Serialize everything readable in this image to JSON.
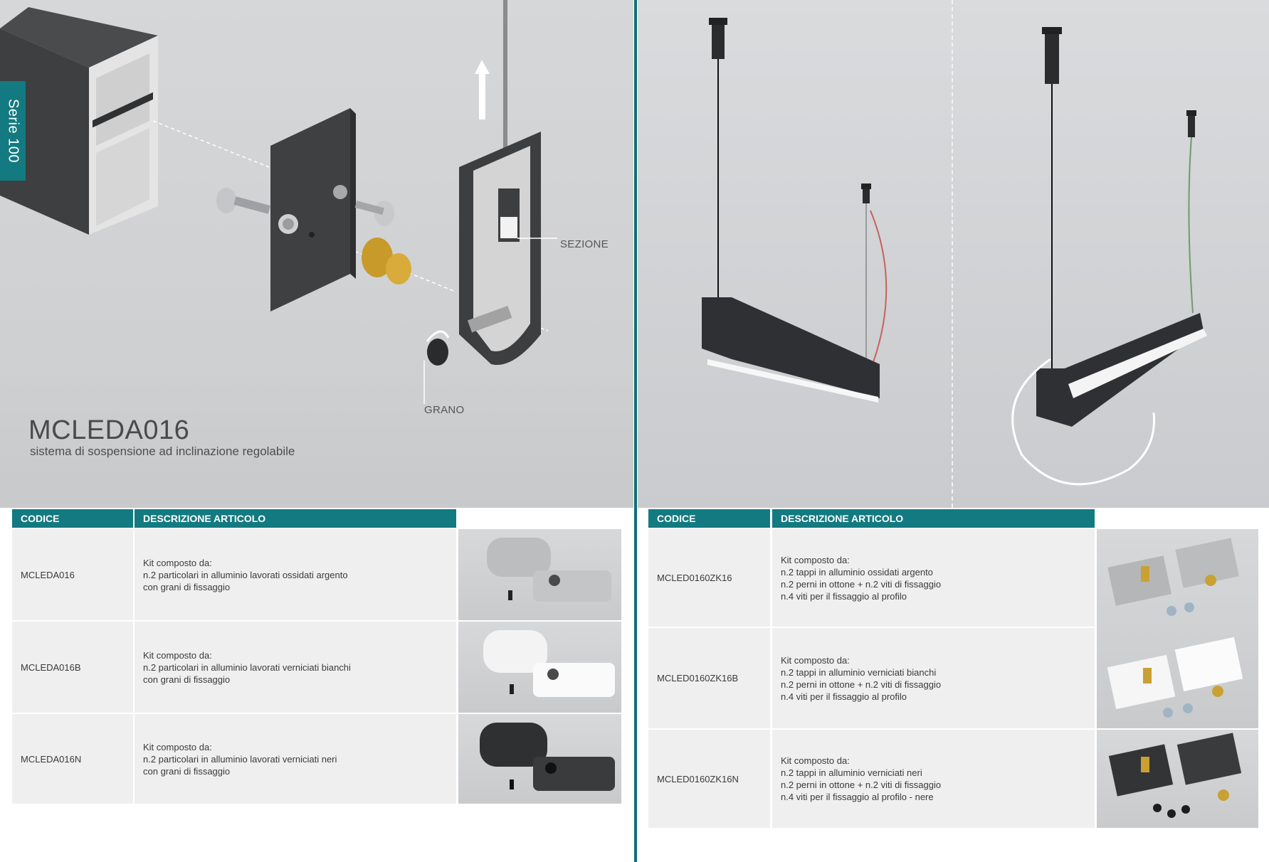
{
  "series_tab": "Serie 100",
  "product": {
    "code": "MCLEDA016",
    "subtitle": "sistema di sospensione ad inclinazione regolabile"
  },
  "callouts": {
    "sezione": "SEZIONE",
    "grano": "GRANO"
  },
  "left_table": {
    "headers": [
      "CODICE",
      "DESCRIZIONE ARTICOLO"
    ],
    "rows": [
      {
        "code": "MCLEDA016",
        "desc": [
          "Kit composto da:",
          "n.2 particolari in alluminio lavorati ossidati argento",
          "con grani di fissaggio"
        ],
        "finish": "silver"
      },
      {
        "code": "MCLEDA016B",
        "desc": [
          "Kit composto da:",
          "n.2 particolari in alluminio lavorati verniciati bianchi",
          "con grani di fissaggio"
        ],
        "finish": "white"
      },
      {
        "code": "MCLEDA016N",
        "desc": [
          "Kit composto da:",
          "n.2 particolari in alluminio lavorati verniciati neri",
          "con grani di fissaggio"
        ],
        "finish": "black"
      }
    ]
  },
  "right_table": {
    "headers": [
      "CODICE",
      "DESCRIZIONE ARTICOLO"
    ],
    "rows": [
      {
        "code": "MCLED0160ZK16",
        "desc": [
          "Kit composto da:",
          "n.2 tappi in alluminio ossidati argento",
          "n.2 perni in ottone + n.2 viti di fissaggio",
          "n.4 viti per il fissaggio al profilo"
        ],
        "finish": "silver"
      },
      {
        "code": "MCLED0160ZK16B",
        "desc": [
          "Kit composto da:",
          "n.2 tappi in alluminio verniciati bianchi",
          "n.2 perni in ottone + n.2 viti di fissaggio",
          "n.4 viti per il fissaggio al profilo"
        ],
        "finish": "white"
      },
      {
        "code": "MCLED0160ZK16N",
        "desc": [
          "Kit composto da:",
          "n.2 tappi in alluminio verniciati neri",
          "n.2 perni in ottone + n.2 viti di fissaggio",
          "n.4 viti per il fissaggio al profilo - nere"
        ],
        "finish": "black"
      }
    ]
  },
  "colors": {
    "accent": "#127a80",
    "row_bg": "#efefef"
  }
}
